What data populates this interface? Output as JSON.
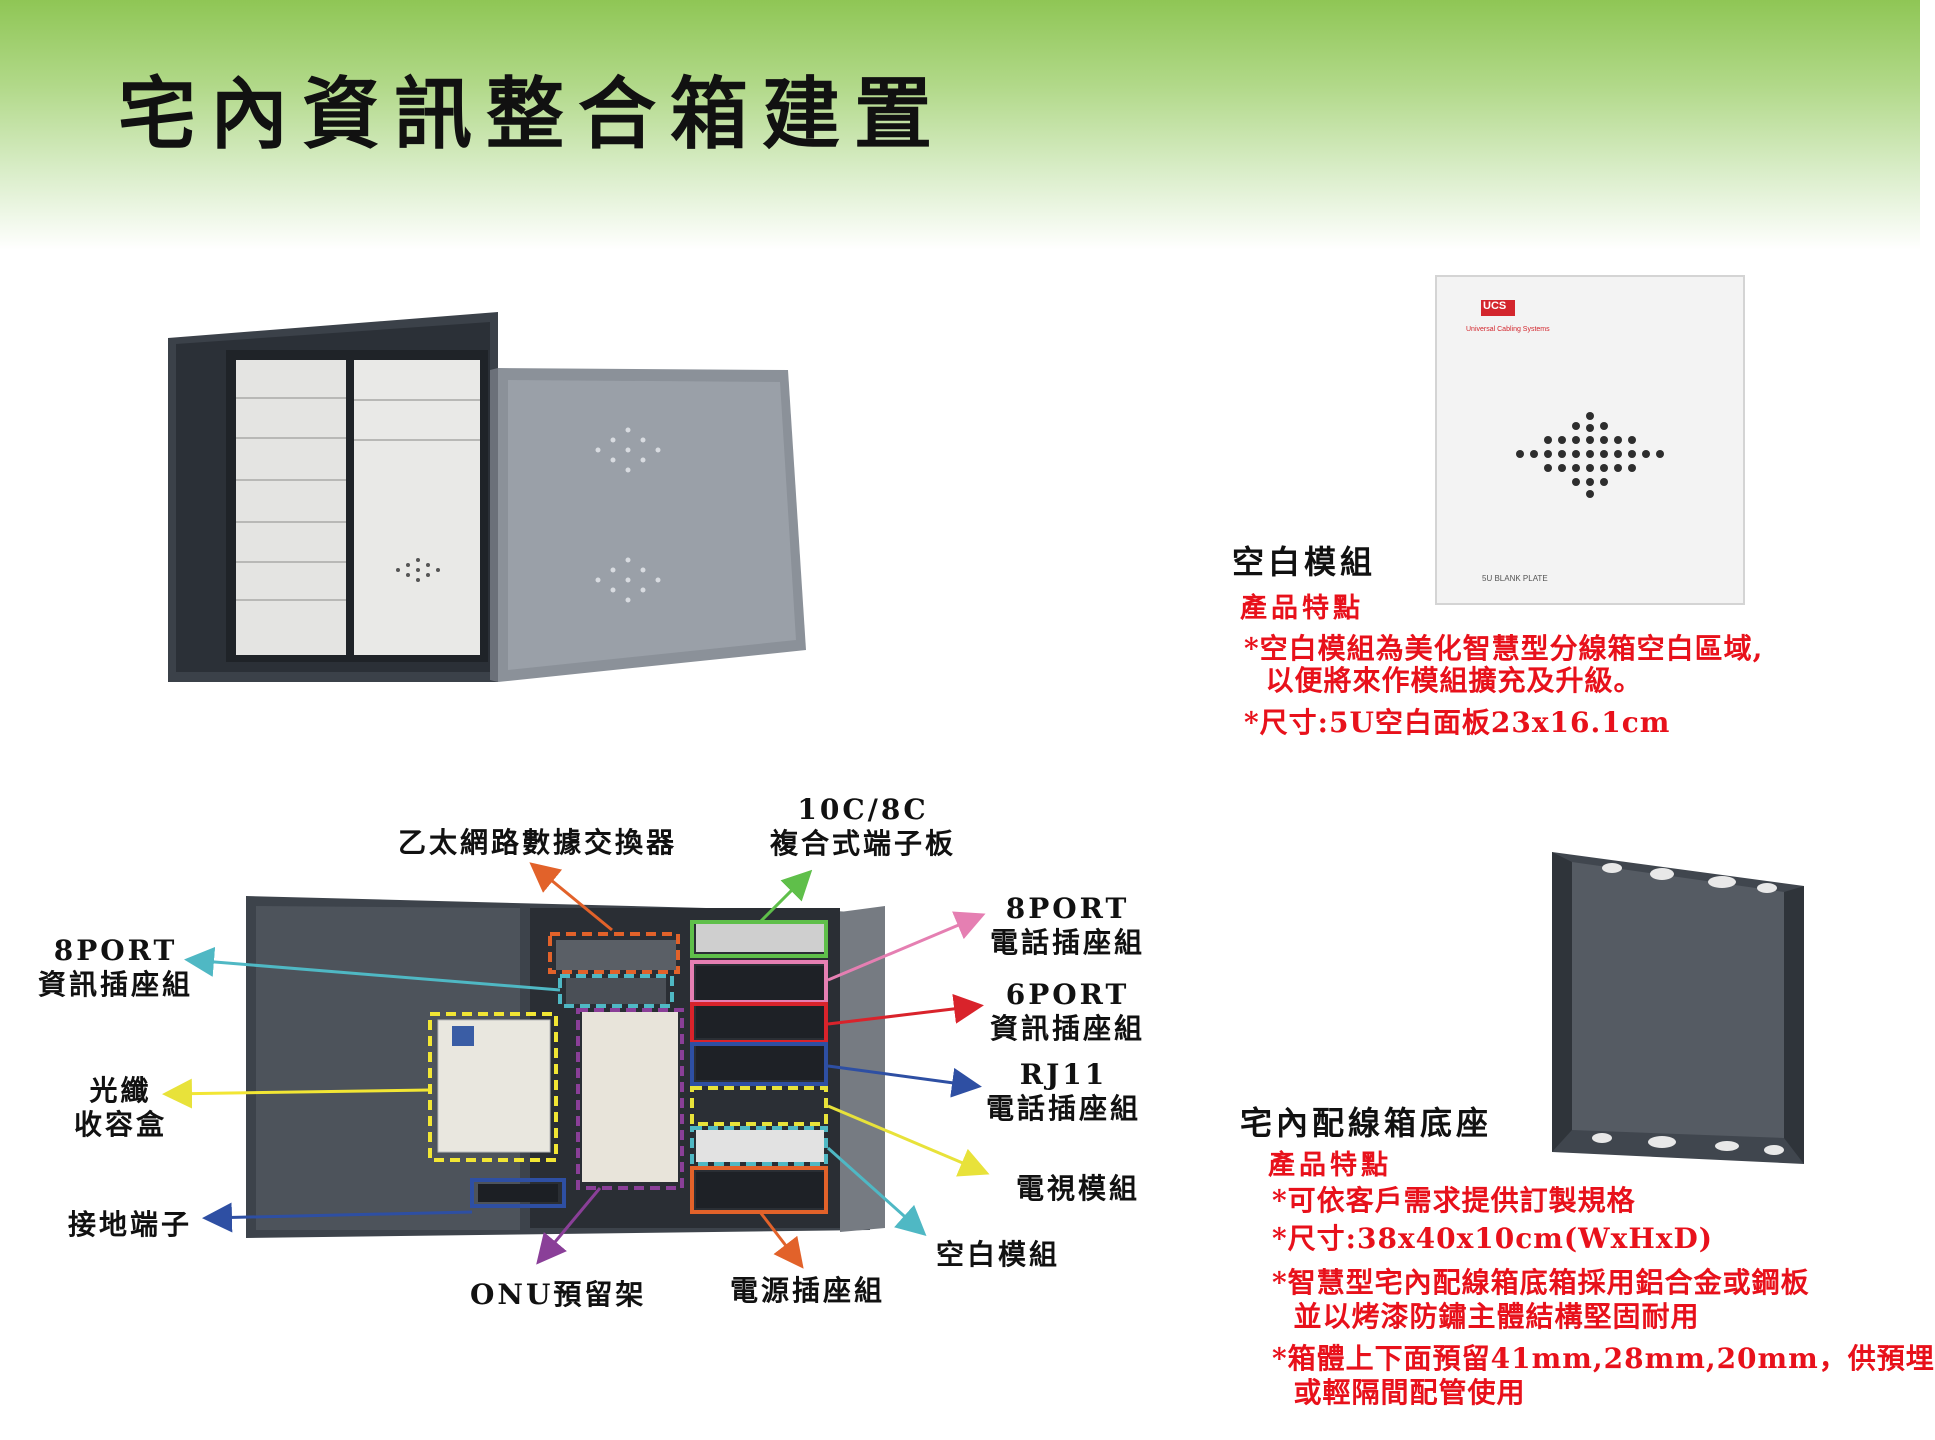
{
  "header": {
    "title": "宅內資訊整合箱建置"
  },
  "blank_module": {
    "title": "空白模組",
    "features_heading": "產品特點",
    "features": [
      "*空白模組為美化智慧型分線箱空白區域,",
      "  以便將來作模組擴充及升級。",
      "*尺寸:5U空白面板23x16.1cm"
    ],
    "plate_caption": "5U BLANK PLATE",
    "brand": "UCS",
    "brand_sub": "Universal Cabling Systems"
  },
  "base_box": {
    "title": "宅內配線箱底座",
    "features_heading": "產品特點",
    "features": [
      "*可依客戶需求提供訂製規格",
      "*尺寸:38x40x10cm(WxHxD)",
      "*智慧型宅內配線箱底箱採用鋁合金或鋼板",
      "  並以烤漆防鏽主體結構堅固耐用",
      "*箱體上下面預留41mm,28mm,20mm，供預埋",
      "  或輕隔間配管使用"
    ]
  },
  "diagram": {
    "labels": {
      "ethernet_switch": "乙太網路數據交換器",
      "terminal_board_l1": "10C/8C",
      "terminal_board_l2": "複合式端子板",
      "phone_8port_l1": "8PORT",
      "phone_8port_l2": "電話插座組",
      "data_8port_l1": "8PORT",
      "data_8port_l2": "資訊插座組",
      "data_6port_l1": "6PORT",
      "data_6port_l2": "資訊插座組",
      "rj11_l1": "RJ11",
      "rj11_l2": "電話插座組",
      "fiber_box_l1": "光纖",
      "fiber_box_l2": "收容盒",
      "tv_module": "電視模組",
      "ground_terminal": "接地端子",
      "blank_module": "空白模組",
      "onu_rack": "ONU預留架",
      "power_socket": "電源插座組"
    },
    "colors": {
      "ethernet_switch": "#e2622a",
      "terminal_board": "#5fbf4a",
      "phone_8port": "#e57fb2",
      "data_8port": "#4fb8c4",
      "data_6port": "#d9232b",
      "rj11": "#2e4fa3",
      "fiber_box": "#f2e634",
      "tv_module": "#e8e23a",
      "ground_terminal": "#2e4fa3",
      "blank_module": "#4fb8c4",
      "onu_rack": "#8a3f98",
      "power_socket": "#e2622a"
    }
  }
}
